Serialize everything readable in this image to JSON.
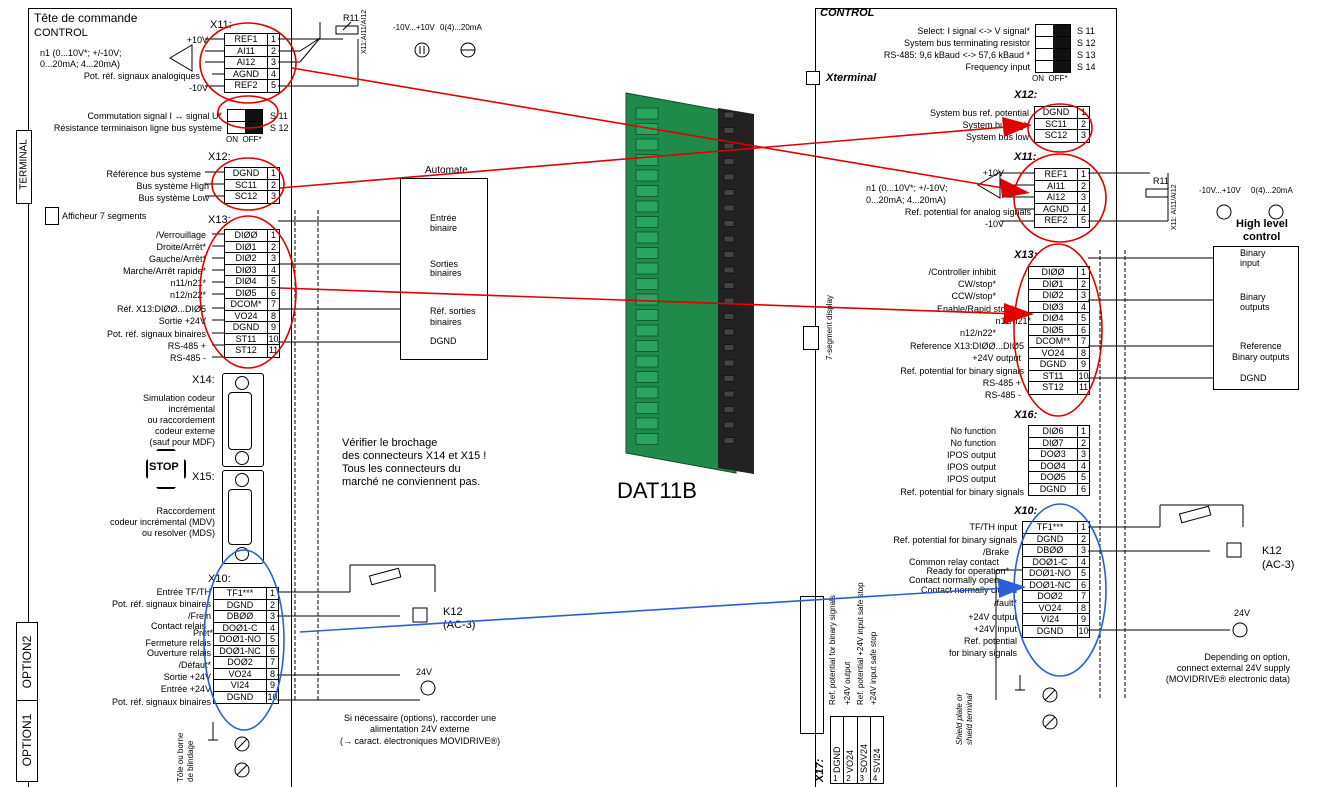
{
  "left": {
    "panel_title": "Tête de commande",
    "panel_subtitle": "CONTROL",
    "side_terminal": "TERMINAL",
    "side_option2": "OPTION2",
    "side_option1": "OPTION1",
    "r11": "R11",
    "supply_v": "-10V...+10V",
    "supply_ma": "0(4)...20mA",
    "x11_ai_note": "X11:AI11/AI12",
    "x11": {
      "title": "X11:",
      "rows": [
        [
          "REF1",
          "1"
        ],
        [
          "AI11",
          "2"
        ],
        [
          "AI12",
          "3"
        ],
        [
          "AGND",
          "4"
        ],
        [
          "REF2",
          "5"
        ]
      ]
    },
    "x11_labels": [
      "+10V",
      "n1 (0...10V*; +/-10V;",
      "0...20mA; 4...20mA)",
      "Pot. réf. signaux analogiques",
      "-10V"
    ],
    "switch_labels": [
      "Commutation signal I ↔ signal U*",
      "Résistance terminaison ligne bus système"
    ],
    "switch_ids": [
      "S 11",
      "S 12"
    ],
    "on_off": "ON  OFF*",
    "x12": {
      "title": "X12:",
      "rows": [
        [
          "DGND",
          "1"
        ],
        [
          "SC11",
          "2"
        ],
        [
          "SC12",
          "3"
        ]
      ]
    },
    "x12_labels": [
      "Référence bus système",
      "Bus système High",
      "Bus système Low"
    ],
    "display_label": "Afficheur 7 segments",
    "x13": {
      "title": "X13:",
      "rows": [
        [
          "DIØØ",
          "1"
        ],
        [
          "DIØ1",
          "2"
        ],
        [
          "DIØ2",
          "3"
        ],
        [
          "DIØ3",
          "4"
        ],
        [
          "DIØ4",
          "5"
        ],
        [
          "DIØ5",
          "6"
        ],
        [
          "DCOM*",
          "7"
        ],
        [
          "VO24",
          "8"
        ],
        [
          "DGND",
          "9"
        ],
        [
          "ST11",
          "10"
        ],
        [
          "ST12",
          "11"
        ]
      ]
    },
    "x13_labels": [
      "/Verrouillage",
      "Droite/Arrêt*",
      "Gauche/Arrêt*",
      "Marche/Arrêt rapide*",
      "n11/n21*",
      "n12/n22*",
      "Réf. X13:DIØØ...DIØ5",
      "Sortie +24V",
      "Pot. réf. signaux binaires",
      "RS-485 +",
      "RS-485 -"
    ],
    "automate": {
      "title": "Automate",
      "items": [
        "Entrée",
        "binaire",
        "Sorties",
        "binaires",
        "Réf. sorties",
        "binaires",
        "DGND"
      ]
    },
    "x14": "X14:",
    "x14_desc": [
      "Simulation codeur",
      "incrémental",
      "ou raccordement",
      "codeur externe",
      "(sauf pour MDF)"
    ],
    "stop": "STOP",
    "x15": "X15:",
    "x15_desc": [
      "Raccordement",
      "codeur incrémental (MDV)",
      "ou resolver (MDS)"
    ],
    "note": [
      "Vérifier le brochage",
      "des connecteurs X14 et X15 !",
      "Tous les connecteurs du",
      "marché ne conviennent pas."
    ],
    "x10": {
      "title": "X10:",
      "rows": [
        [
          "TF1***",
          "1"
        ],
        [
          "DGND",
          "2"
        ],
        [
          "DBØØ",
          "3"
        ],
        [
          "DOØ1-C",
          "4"
        ],
        [
          "DOØ1-NO",
          "5"
        ],
        [
          "DOØ1-NC",
          "6"
        ],
        [
          "DOØ2",
          "7"
        ],
        [
          "VO24",
          "8"
        ],
        [
          "VI24",
          "9"
        ],
        [
          "DGND",
          "10"
        ]
      ]
    },
    "x10_labels": [
      "Entrée TF/TH",
      "Pot. réf. signaux binaires",
      "/Frein",
      "Contact relais",
      "Prêt*",
      "Fermeture relais",
      "Ouverture relais",
      "/Défaut*",
      "Sortie +24V",
      "Entrée +24V",
      "Pot. réf. signaux binaires"
    ],
    "k12": "K12",
    "ac3": "(AC-3)",
    "v24": "24V",
    "ext_supply": [
      "Si nécessaire (options), raccorder une",
      "alimentation 24V externe",
      "(→ caract. électroniques MOVIDRIVE®)"
    ],
    "shield": [
      "Tôle ou borne",
      "de blindage"
    ]
  },
  "center": {
    "label": "DAT11B"
  },
  "right": {
    "panel_title": "CONTROL",
    "xterminal": "Xterminal",
    "switch_labels": [
      "Select: I signal <-> V signal*",
      "System bus terminating resistor",
      "RS-485: 9,6 kBaud <-> 57,6 kBaud *",
      "Frequency input"
    ],
    "switch_ids": [
      "S 11",
      "S 12",
      "S 13",
      "S 14"
    ],
    "on_off": "ON  OFF*",
    "x12": {
      "title": "X12:",
      "rows": [
        [
          "DGND",
          "1"
        ],
        [
          "SC11",
          "2"
        ],
        [
          "SC12",
          "3"
        ]
      ]
    },
    "x12_labels": [
      "System bus ref. potential",
      "System bus high",
      "System bus low"
    ],
    "x11": {
      "title": "X11:",
      "rows": [
        [
          "REF1",
          "1"
        ],
        [
          "AI11",
          "2"
        ],
        [
          "AI12",
          "3"
        ],
        [
          "AGND",
          "4"
        ],
        [
          "REF2",
          "5"
        ]
      ]
    },
    "x11_labels": [
      "+10V",
      "n1 (0...10V*; +/-10V;",
      "0...20mA; 4...20mA)",
      "Ref. potential for analog signals",
      "-10V"
    ],
    "r11": "R11",
    "supply_v": "-10V...+10V",
    "supply_ma": "0(4)...20mA",
    "x11_ai_note": "X11: AI11/AI12",
    "high_level": {
      "title": [
        "High level",
        "control"
      ],
      "items": [
        "Binary",
        "input",
        "Binary",
        "outputs",
        "Reference",
        "Binary outputs",
        "DGND"
      ]
    },
    "display_label": "7-segment display",
    "x13": {
      "title": "X13:",
      "rows": [
        [
          "DIØØ",
          "1"
        ],
        [
          "DIØ1",
          "2"
        ],
        [
          "DIØ2",
          "3"
        ],
        [
          "DIØ3",
          "4"
        ],
        [
          "DIØ4",
          "5"
        ],
        [
          "DIØ5",
          "6"
        ],
        [
          "DCOM**",
          "7"
        ],
        [
          "VO24",
          "8"
        ],
        [
          "DGND",
          "9"
        ],
        [
          "ST11",
          "10"
        ],
        [
          "ST12",
          "11"
        ]
      ]
    },
    "x13_labels": [
      "/Controller inhibit",
      "CW/stop*",
      "CCW/stop*",
      "Enable/Rapid stop*",
      "n11/n21*",
      "n12/n22*",
      "Reference X13:DIØØ...DIØ5",
      "+24V output",
      "Ref. potential for binary signals",
      "RS-485 +",
      "RS-485 -"
    ],
    "x16": {
      "title": "X16:",
      "rows": [
        [
          "DIØ6",
          "1"
        ],
        [
          "DIØ7",
          "2"
        ],
        [
          "DOØ3",
          "3"
        ],
        [
          "DOØ4",
          "4"
        ],
        [
          "DOØ5",
          "5"
        ],
        [
          "DGND",
          "6"
        ]
      ]
    },
    "x16_labels": [
      "No function",
      "No function",
      "IPOS output",
      "IPOS output",
      "IPOS output",
      "Ref. potential for binary signals"
    ],
    "x10": {
      "title": "X10:",
      "rows": [
        [
          "TF1***",
          "1"
        ],
        [
          "DGND",
          "2"
        ],
        [
          "DBØØ",
          "3"
        ],
        [
          "DOØ1-C",
          "4"
        ],
        [
          "DOØ1-NO",
          "5"
        ],
        [
          "DOØ1-NC",
          "6"
        ],
        [
          "DOØ2",
          "7"
        ],
        [
          "VO24",
          "8"
        ],
        [
          "VI24",
          "9"
        ],
        [
          "DGND",
          "10"
        ]
      ]
    },
    "x10_labels": [
      "TF/TH input",
      "Ref. potential for binary signals",
      "/Brake",
      "Common relay contact",
      "Ready for operation*",
      "Contact normally open",
      "Contact normally closed",
      "/fault*",
      "+24V output",
      "+24V input",
      "Ref. potential",
      "for binary signals"
    ],
    "k12": "K12",
    "ac3": "(AC-3)",
    "v24": "24V",
    "ext_supply": [
      "Depending on option,",
      "connect external 24V supply",
      "(MOVIDRIVE® electronic data)"
    ],
    "x17": {
      "title": "X17:",
      "rows": [
        [
          "DGND",
          "1"
        ],
        [
          "VO24",
          "2"
        ],
        [
          "SOV24",
          "3"
        ],
        [
          "SVI24",
          "4"
        ]
      ]
    },
    "x17_vlabels": [
      "Ref. potential for binary signals",
      "+24V output",
      "Ref. potential +24V input safe stop",
      "+24V input safe stop"
    ],
    "shield": [
      "Shield plate or",
      "shield terminal"
    ]
  }
}
